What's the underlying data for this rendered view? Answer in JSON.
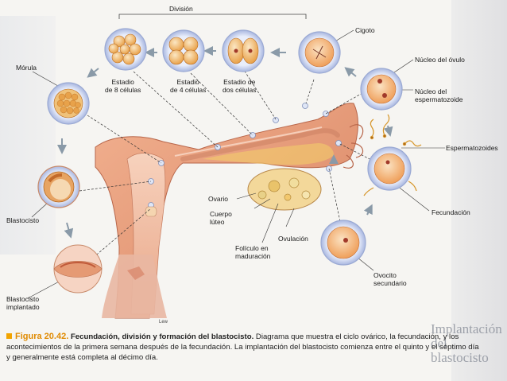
{
  "labels": {
    "division": "División",
    "cigoto": "Cigoto",
    "morula": "Mórula",
    "estadio8": "Estadio\nde 8 células",
    "estadio4": "Estadio\nde 4 células",
    "estadio2": "Estadio de\ndos células",
    "nucleo_ovulo": "Núcleo del óvulo",
    "nucleo_esperm": "Núcleo del\nespermatozoide",
    "espermatozoides": "Espermatozoides",
    "fecundacion": "Fecundación",
    "blastocisto": "Blastocisto",
    "blastocisto_implantado": "Blastocisto\nimplantado",
    "ovario": "Ovario",
    "cuerpo_luteo": "Cuerpo\nlúteo",
    "ovulacion": "Ovulación",
    "foliculo": "Folículo en\nmaduración",
    "ovocito": "Ovocito\nsecundario",
    "signature": "Lew"
  },
  "caption": {
    "figure": "Figura 20.42.",
    "title": "Fecundación, división y formación del blastocisto.",
    "text": " Diagrama que muestra el ciclo ovárico, la fecundación, y los acontecimientos de la primera semana después de la fecundación. La implantación del blastocisto comienza entre el quinto y el séptimo día y generalmente está completa al décimo día."
  },
  "side_heading": "Implantación del blastocisto",
  "colors": {
    "accent": "#e08a00",
    "tissue": "#e8a07a",
    "cell_ring": "#b9c6e6"
  }
}
